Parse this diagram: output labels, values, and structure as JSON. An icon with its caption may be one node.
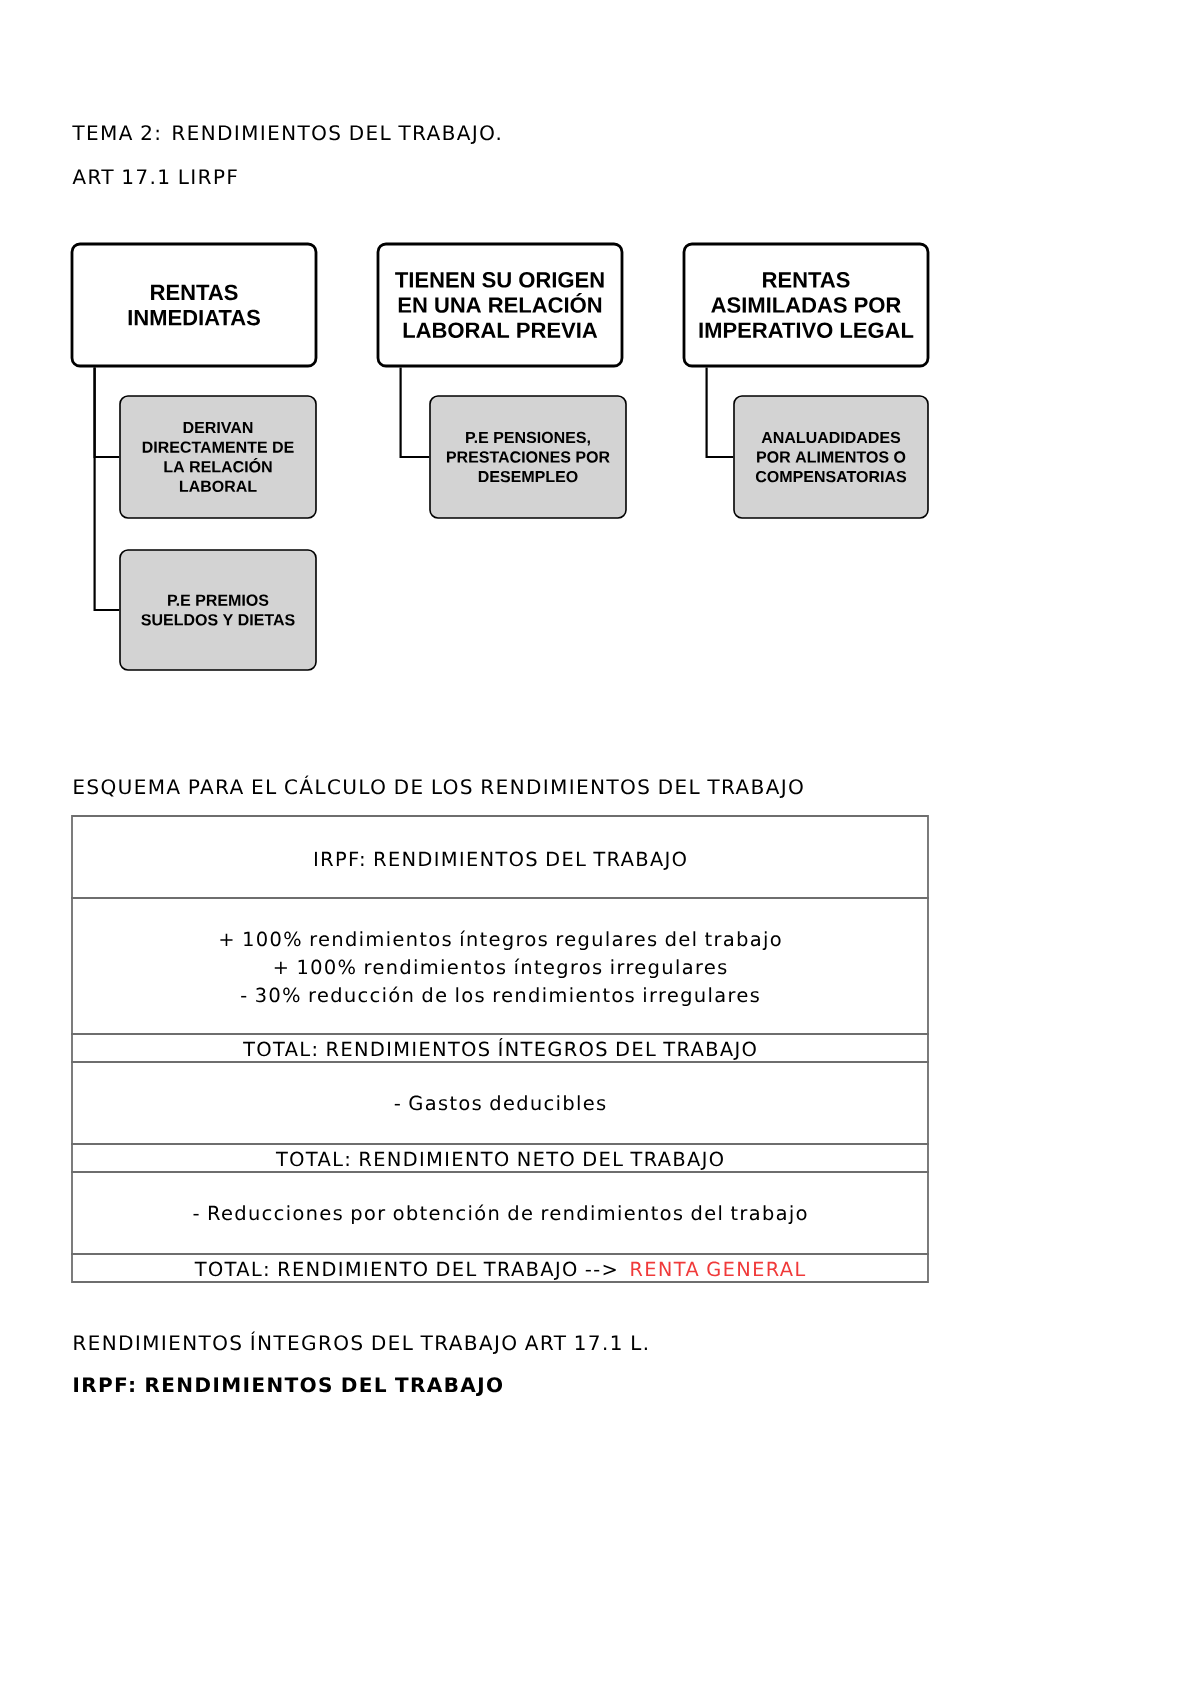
{
  "diagram": {
    "title": "TEMA 2: RENDIMIENTOS DEL TRABAJO.",
    "nodes": [
      {
        "text": [
          "RENTAS INMEDIATAS"
        ]
      },
      {
        "text": [
          "DERIVAN DIRECTAMENTE DE LA RELACIÓN LABORAL"
        ]
      },
      {
        "text": [
          "P.E PREMIOS SUELDOS Y DIETAS"
        ]
      },
      {
        "text": [
          "TIENEN SU ORIGEN EN UNA RELACIÓN LABORAL PREVIA"
        ]
      },
      {
        "text": [
          "P.E PENSIONES, PRESTACIONES POR DESEMPLEO"
        ]
      },
      {
        "text": [
          "RENTAS ASIMILADAS POR IMPERATIVO LEGAL"
        ]
      },
      {
        "text": [
          "ANALUADIDADES POR ALIMENTOS O COMPENSATORIAS"
        ]
      }
    ],
    "edges": [
      {
        "from": 0,
        "to": 1,
        "arrow": "none"
      },
      {
        "from": 0,
        "to": 2,
        "arrow": "none"
      },
      {
        "from": 3,
        "to": 4,
        "arrow": "none"
      },
      {
        "from": 5,
        "to": 6,
        "arrow": "none"
      }
    ],
    "labels": [
      "ART 17.1 LIRPF",
      "ESQUEMA PARA EL CÁLCULO DE LOS RENDIMIENTOS DEL TRABAJO",
      "IRPF: RENDIMIENTOS DEL TRABAJO",
      "+ 100% rendimientos íntegros regulares del trabajo",
      "+ 100% rendimientos íntegros irregulares",
      "- 30% reducción de los rendimientos irregulares",
      "TOTAL: RENDIMIENTOS ÍNTEGROS DEL TRABAJO",
      "- Gastos deducibles",
      "TOTAL: RENDIMIENTO NETO DEL TRABAJO",
      "- Reducciones por obtención de rendimientos del trabajo",
      "TOTAL: RENDIMIENTO DEL TRABAJO -->",
      "RENTA GENERAL",
      "RENDIMIENTOS ÍNTEGROS DEL TRABAJO ART 17.1 L.",
      "IRPF: RENDIMIENTOS DEL TRABAJO"
    ]
  }
}
